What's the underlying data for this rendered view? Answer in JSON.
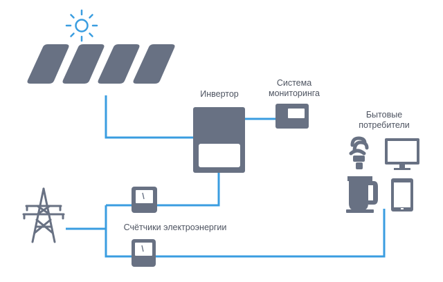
{
  "labels": {
    "inverter": "Инвертор",
    "monitoring": [
      "Система",
      "мониторинга"
    ],
    "consumers": [
      "Бытовые",
      "потребители"
    ],
    "meters": "Счётчики электроэнергии"
  },
  "icons": {
    "sun": "sun-icon",
    "solar_panels": "solar-panel-icon",
    "inverter": "inverter-icon",
    "monitor": "monitoring-device-icon",
    "tower": "power-line-tower-icon",
    "meter": "electricity-meter-icon",
    "bulb": "energy-saving-bulb-icon",
    "tv": "tv-monitor-icon",
    "kettle": "kettle-icon",
    "tablet": "tablet-icon"
  },
  "colors": {
    "line": "#3a9de0",
    "device": "#687183",
    "sun": "#3a9de0",
    "text": "#4d5360"
  }
}
